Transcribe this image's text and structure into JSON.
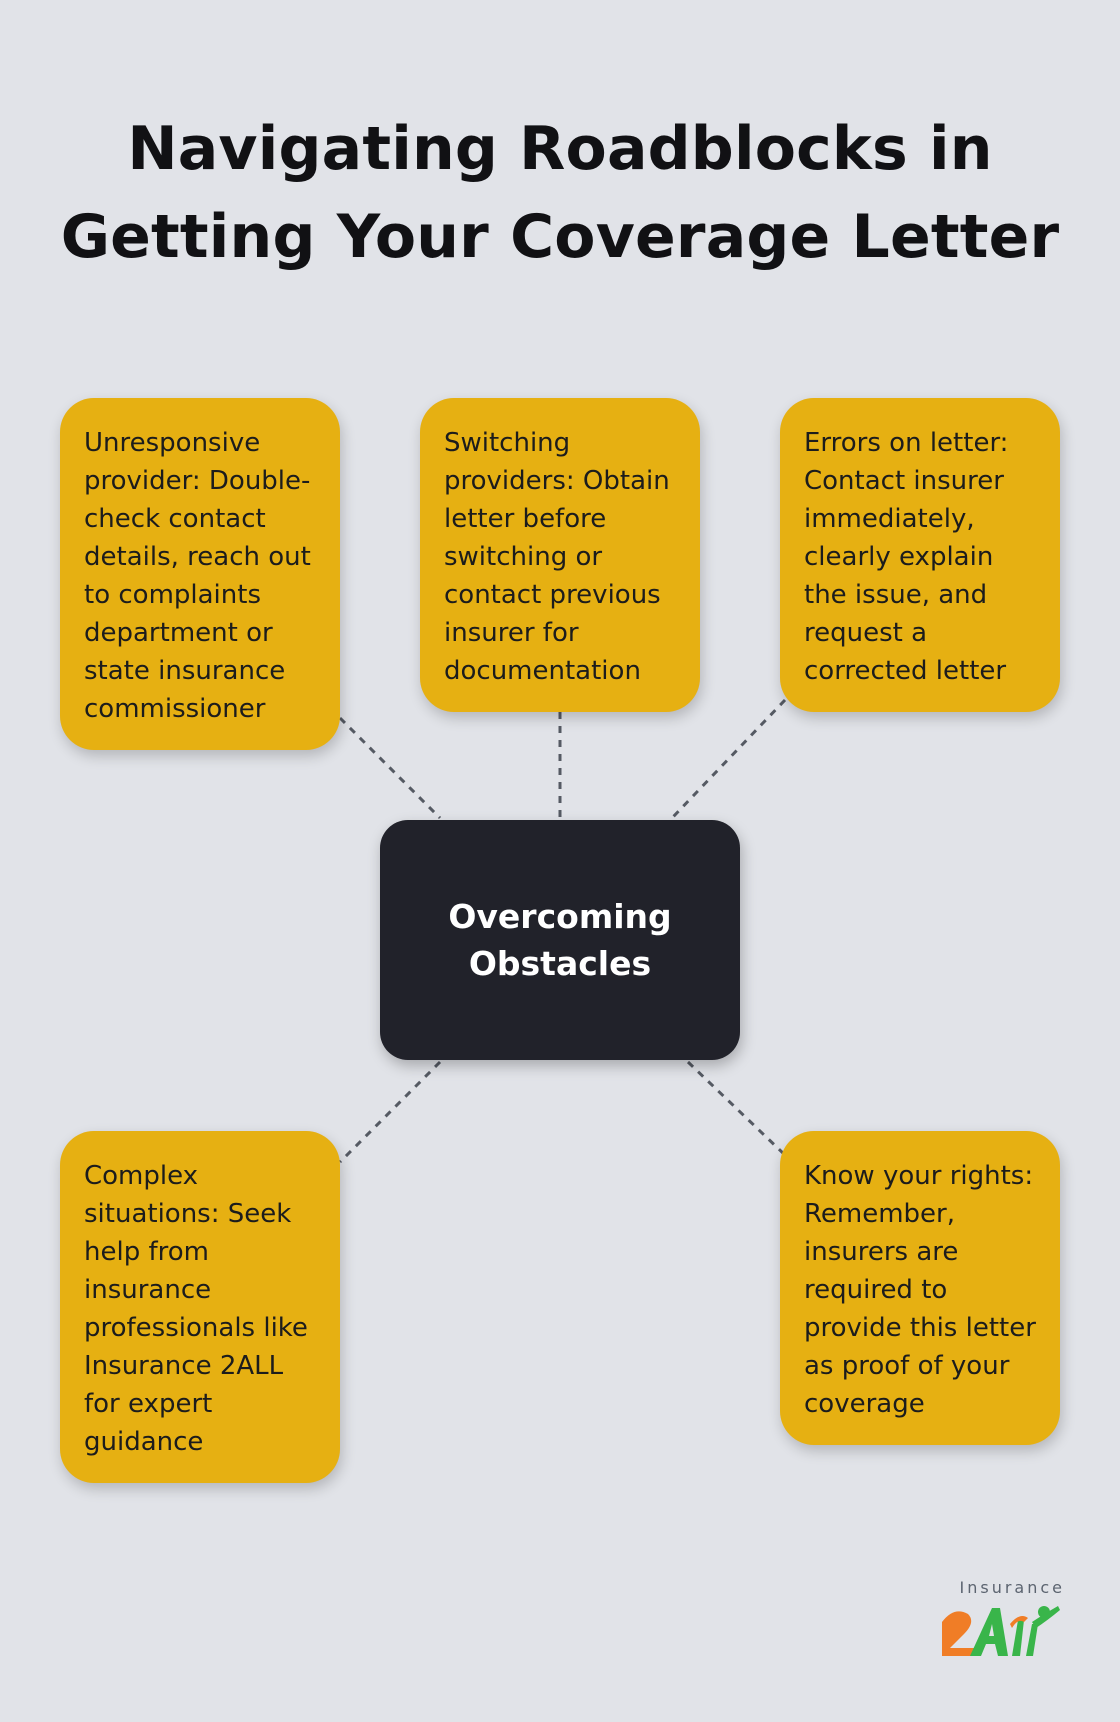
{
  "title": "Navigating Roadblocks in\nGetting Your Coverage Letter",
  "center": {
    "label": "Overcoming\nObstacles"
  },
  "cards": [
    {
      "text": "Unresponsive provider: Double-check contact details, reach out to complaints department or state insurance commissioner"
    },
    {
      "text": "Switching providers: Obtain letter before switching or contact previous insurer for documentation"
    },
    {
      "text": "Errors on letter: Contact insurer immediately, clearly explain the issue, and request a corrected letter"
    },
    {
      "text": "Complex situations: Seek help from insurance professionals like Insurance 2ALL for expert guidance"
    },
    {
      "text": "Know your rights: Remember, insurers are required to provide this letter as proof of your coverage"
    }
  ],
  "logo": {
    "word": "Insurance",
    "mark": "2All"
  },
  "colors": {
    "background": "#e1e3e8",
    "card": "#e6b012",
    "center": "#21222a",
    "connector": "#555a63",
    "logo_orange": "#f07d26",
    "logo_green": "#39b54a"
  }
}
